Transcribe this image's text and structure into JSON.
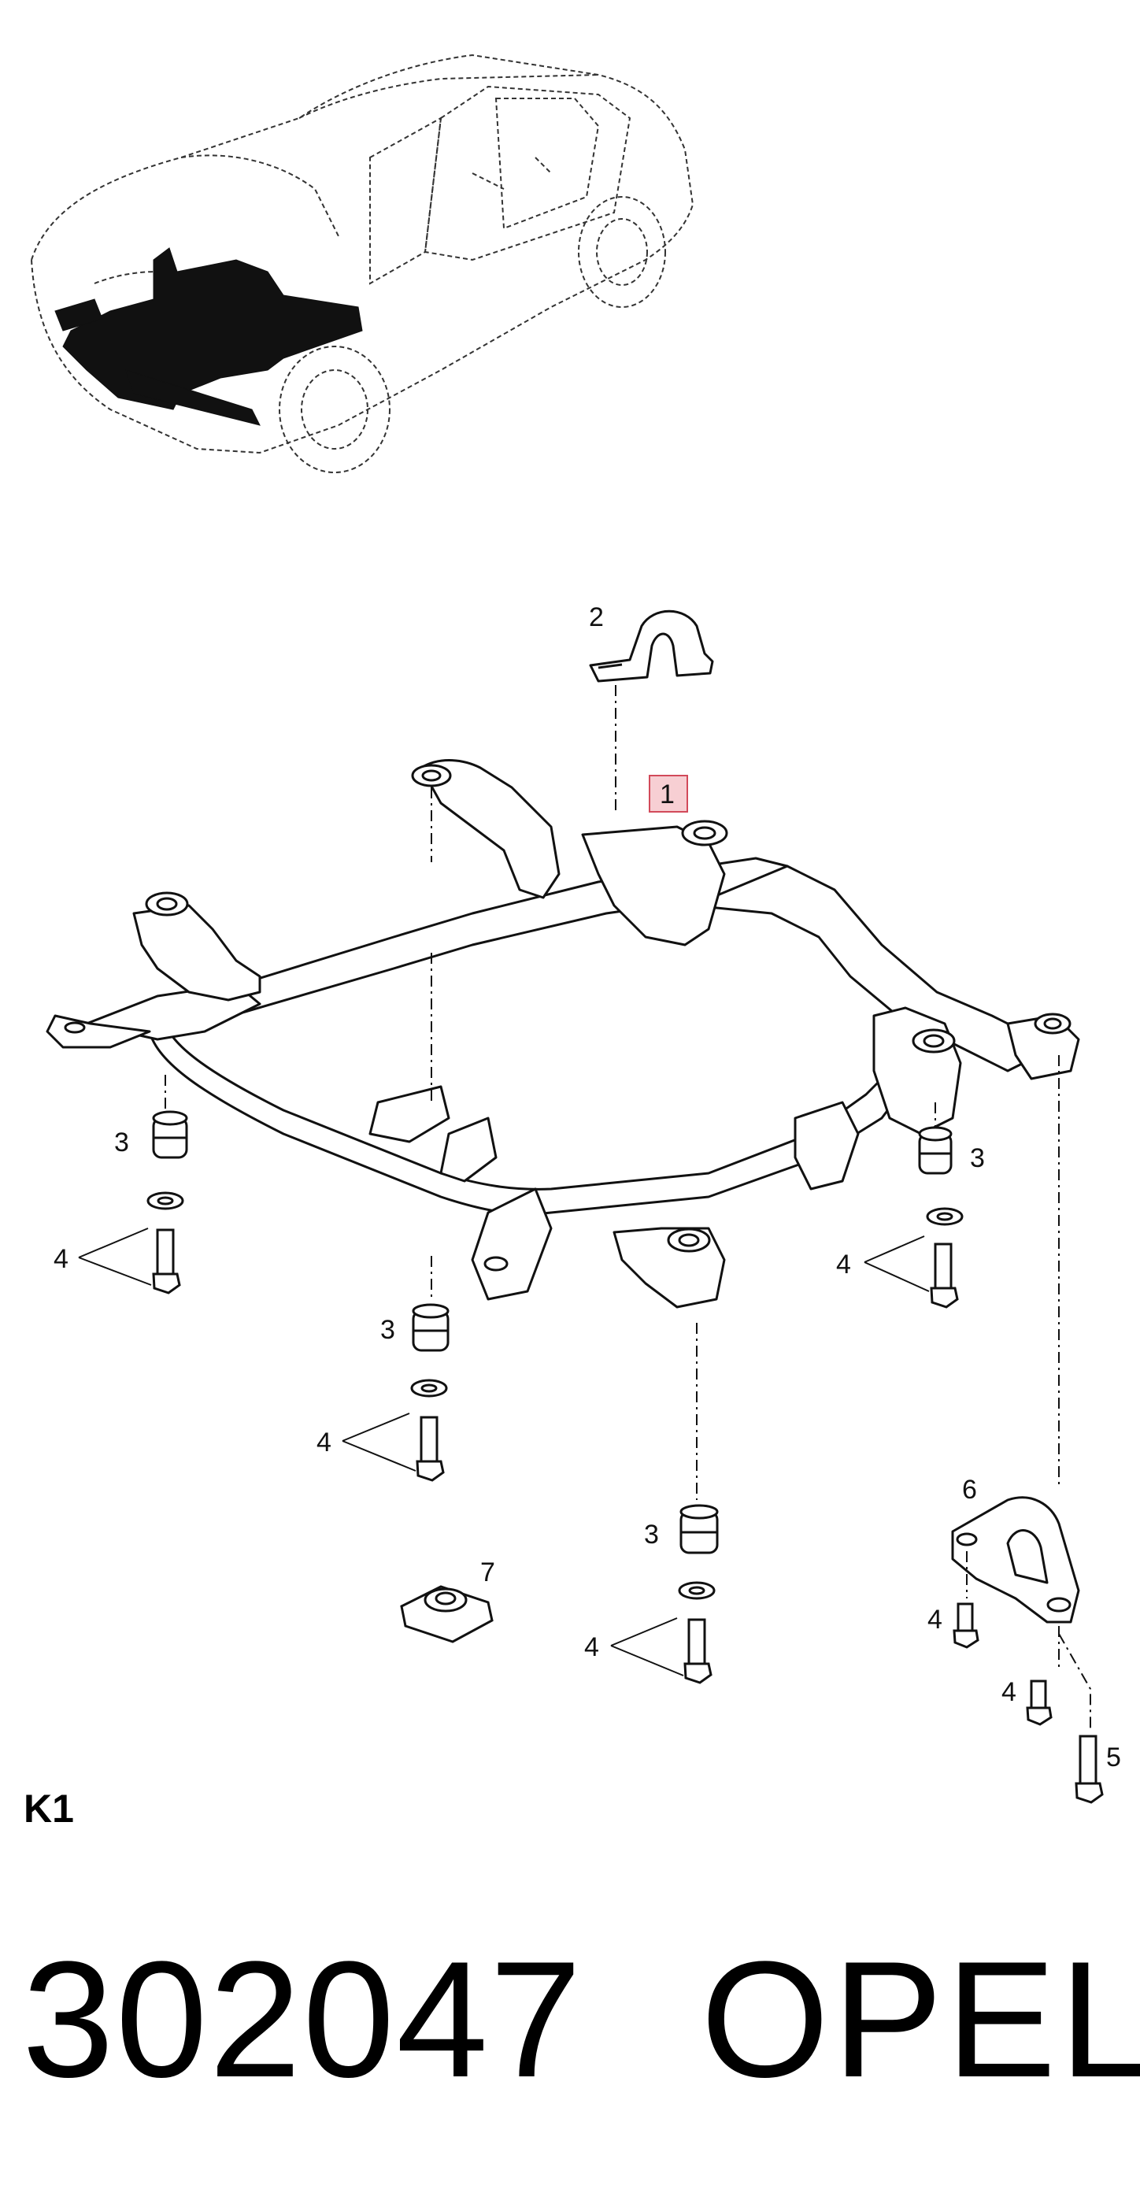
{
  "section_code": "K1",
  "part_number": "302047",
  "brand": "OPEL",
  "callouts": {
    "c1": "1",
    "c2": "2",
    "c3a": "3",
    "c3b": "3",
    "c3c": "3",
    "c3d": "3",
    "c4a": "4",
    "c4b": "4",
    "c4c": "4",
    "c4d": "4",
    "c4e": "4",
    "c4f": "4",
    "c5": "5",
    "c6": "6",
    "c7": "7"
  },
  "colors": {
    "line": "#111111",
    "highlight_fill": "#f7cfd3",
    "highlight_stroke": "#d24a5a"
  }
}
